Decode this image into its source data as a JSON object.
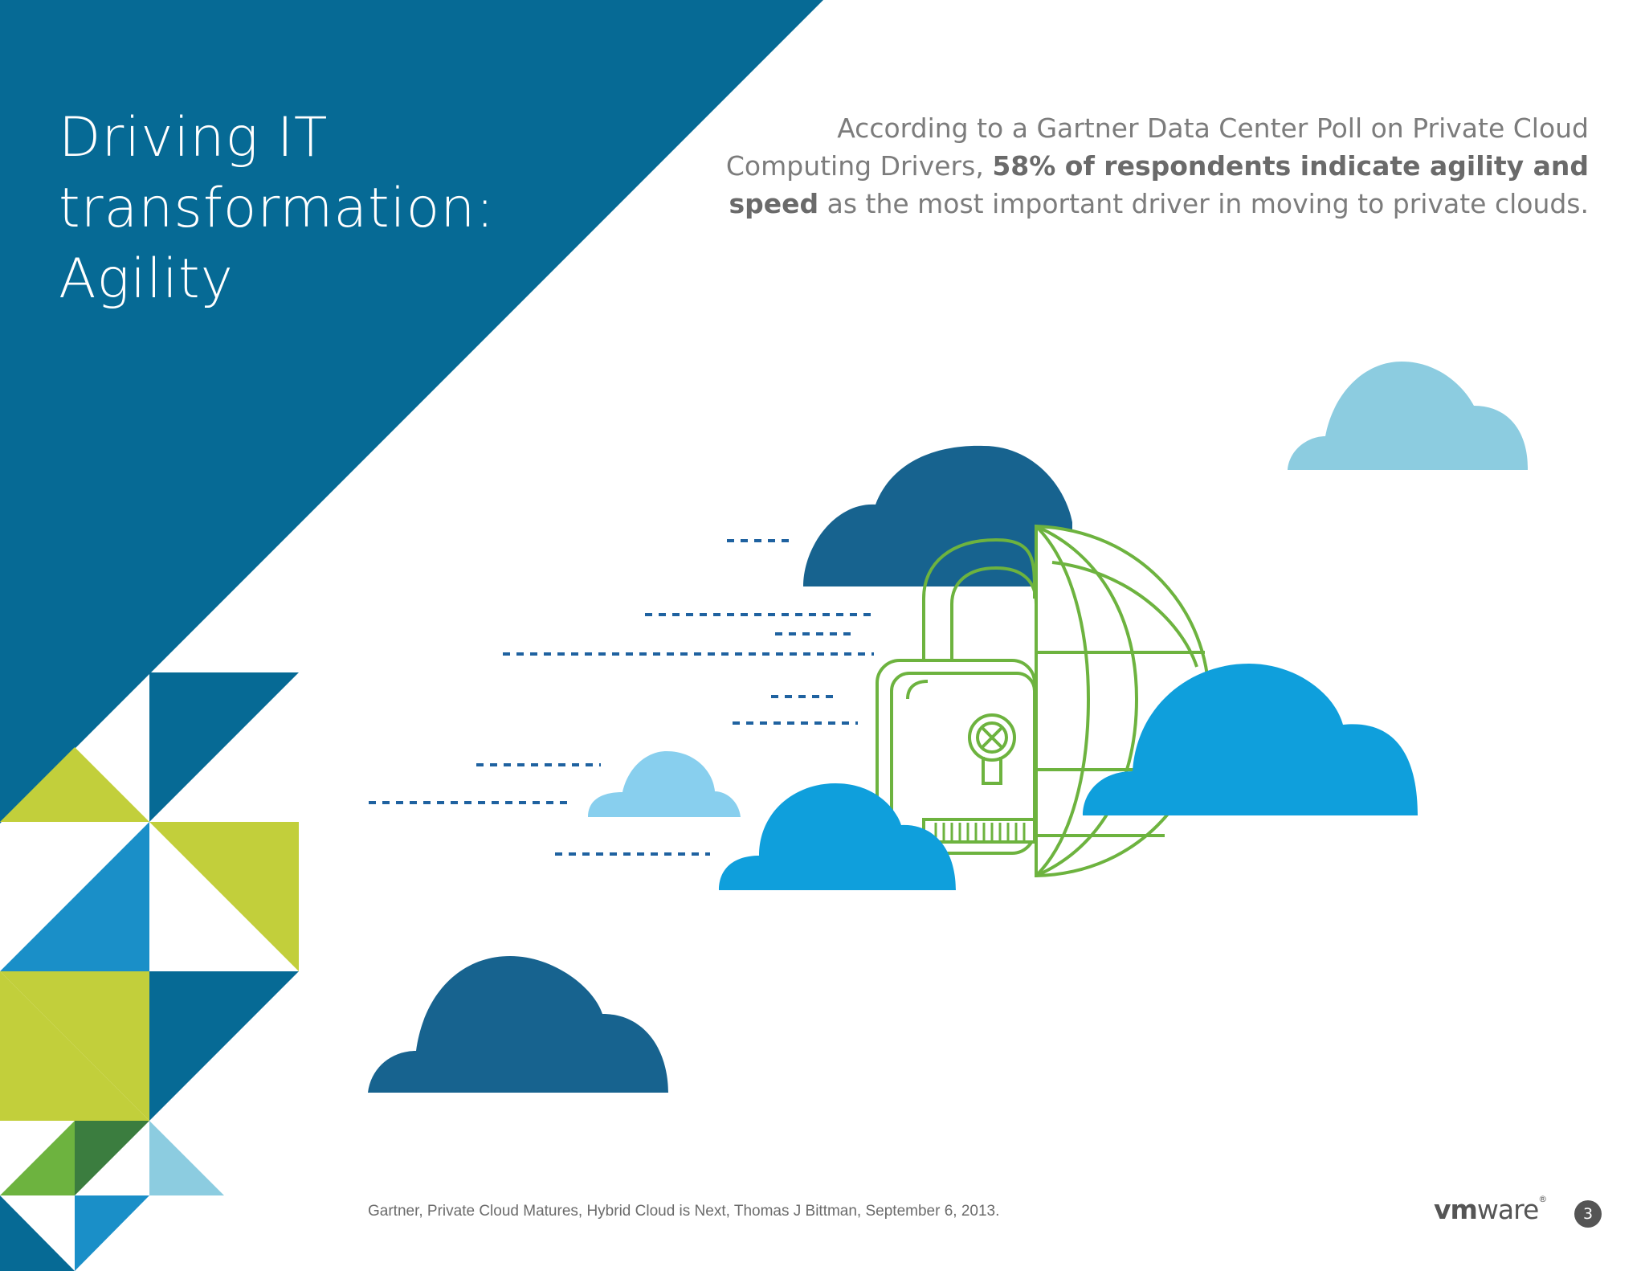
{
  "title": {
    "line1": "Driving IT",
    "line2": "transformation:",
    "line3": "Agility"
  },
  "intro": {
    "text_before": "According to a Gartner Data Center Poll on Private Cloud Computing Drivers,",
    "highlight": "58% of respondents indicate agility and speed",
    "text_after": "as the most important driver in moving to private clouds."
  },
  "footnote": "Gartner, Private Cloud Matures, Hybrid Cloud is Next, Thomas J Bittman, September 6, 2013.",
  "brand": {
    "logo_vm": "vm",
    "logo_ware": "ware",
    "registered": "®"
  },
  "page_number": "3",
  "illustration": {
    "icons": [
      "lock-icon",
      "globe-icon",
      "cloud-icon",
      "keyhole-icon"
    ]
  },
  "colors": {
    "dark_blue": "#066a95",
    "navy_cloud": "#17638f",
    "bright_blue": "#0f9fdc",
    "light_blue": "#8ccce0",
    "sky_blue": "#88cfee",
    "lime": "#c2cf3b",
    "green": "#6db33f",
    "dark_green": "#3b7d3f",
    "text_gray": "#7c7c7c"
  }
}
